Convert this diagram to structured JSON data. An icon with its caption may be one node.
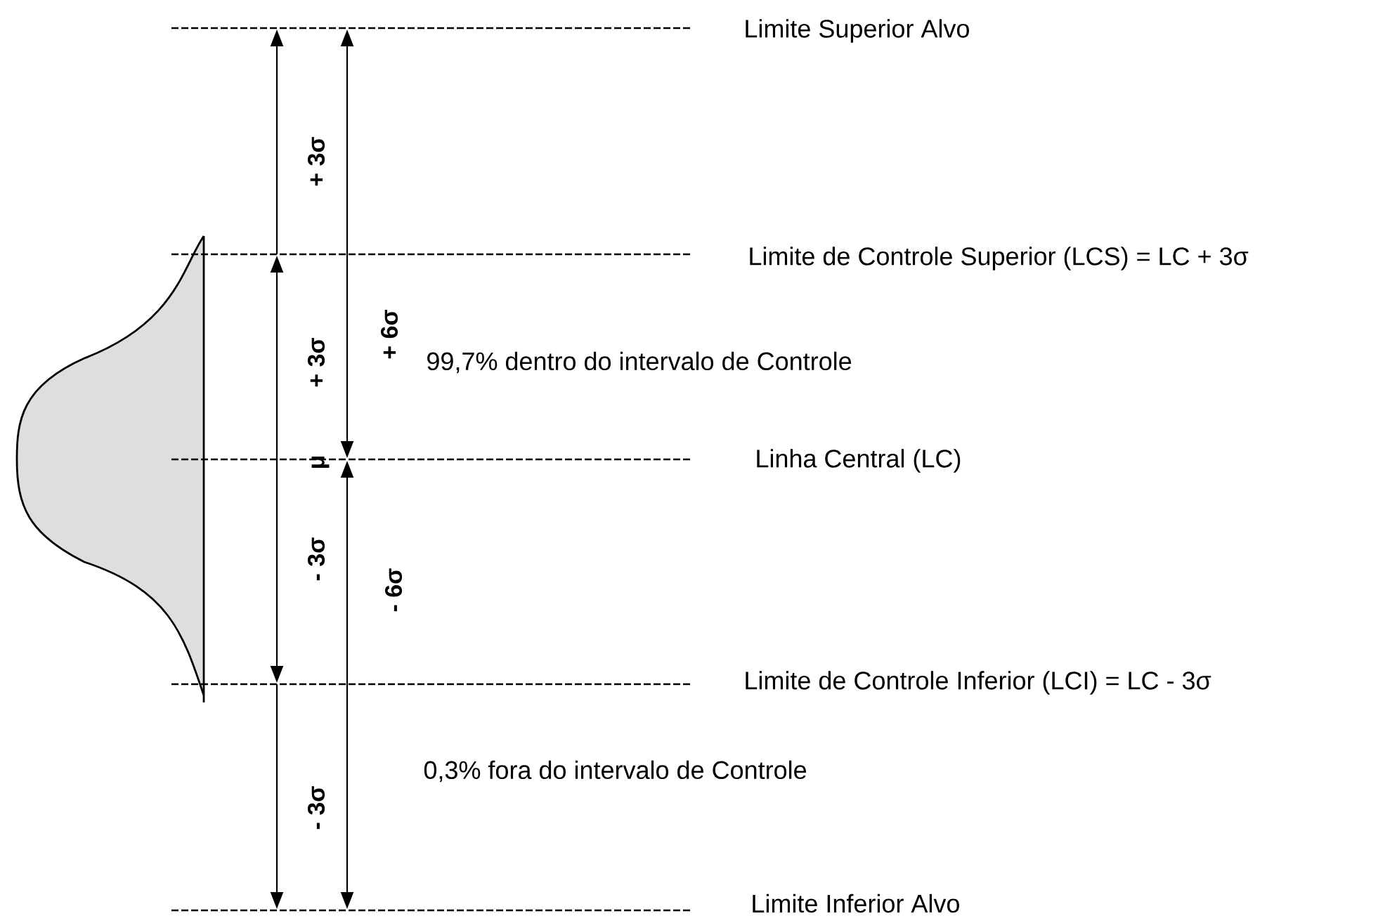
{
  "diagram": {
    "labels": [
      "Limite Superior Alvo",
      "+ 3σ",
      "Limite de Controle Superior (LCS) = LC + 3σ",
      "+ 3σ",
      "+ 6σ",
      "99,7% dentro do intervalo de Controle",
      "μ",
      "Linha Central (LC)",
      "- 3σ",
      "- 6σ",
      "Limite de Controle Inferior (LCI) = LC - 3σ",
      "- 3σ",
      "0,3% fora do intervalo de Controle",
      "Limite Inferior Alvo"
    ]
  }
}
